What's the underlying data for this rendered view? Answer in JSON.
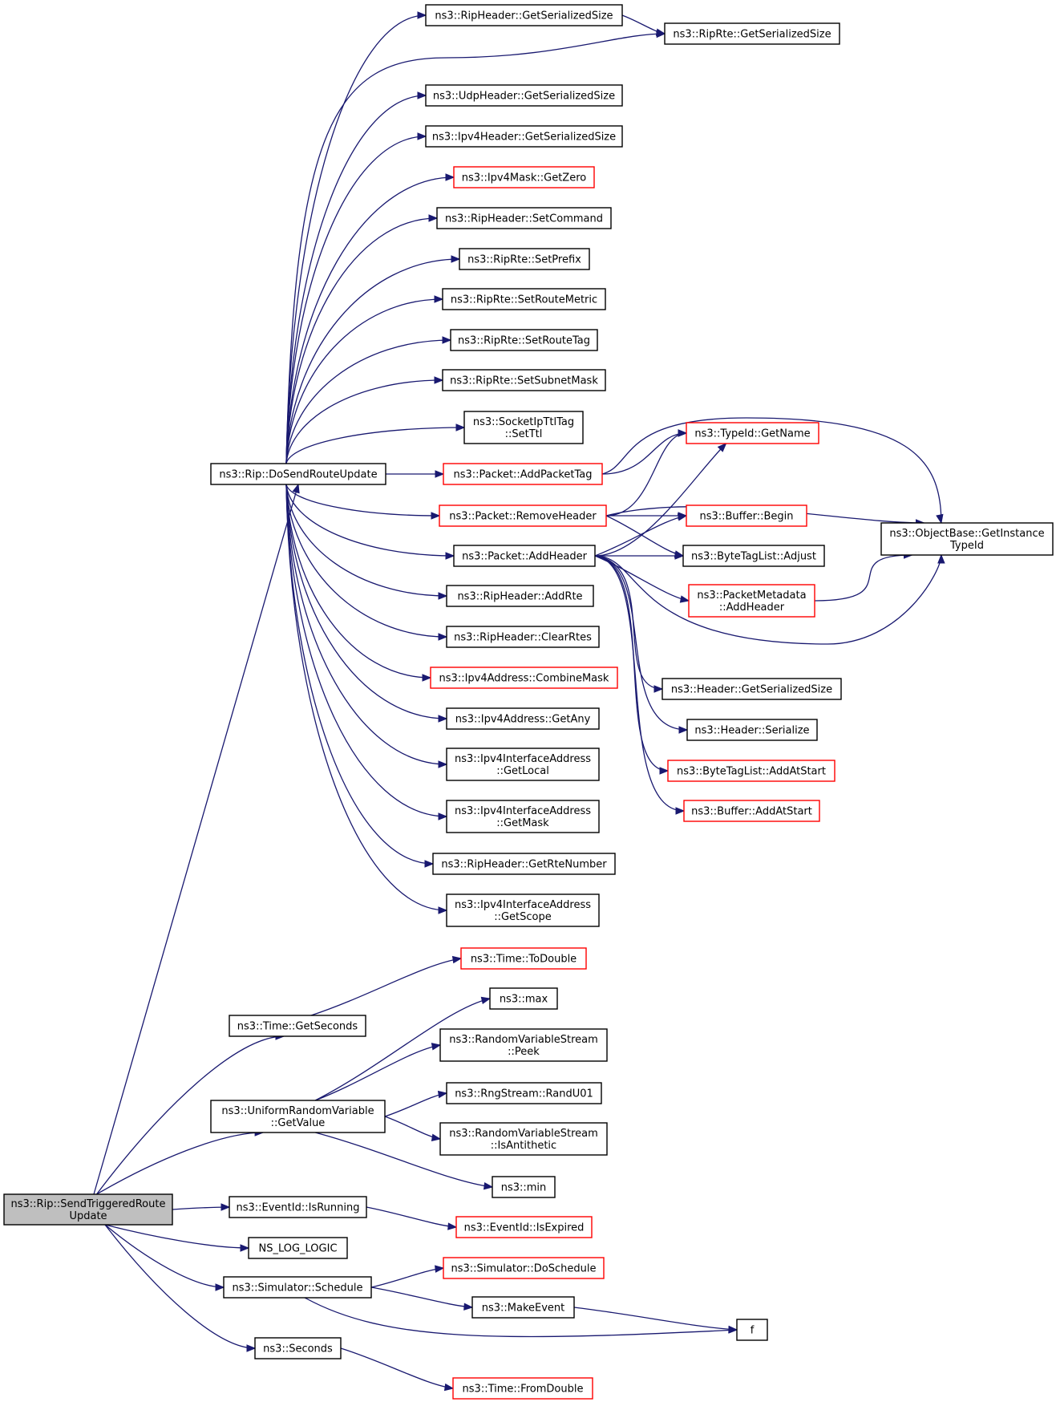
{
  "graph": {
    "nodes": [
      {
        "id": "root",
        "lines": [
          "ns3::Rip::SendTriggeredRoute",
          "Update"
        ],
        "style": "root"
      },
      {
        "id": "doSend",
        "lines": [
          "ns3::Rip::DoSendRouteUpdate"
        ],
        "style": "normal"
      },
      {
        "id": "ripHdrSize",
        "lines": [
          "ns3::RipHeader::GetSerializedSize"
        ],
        "style": "normal"
      },
      {
        "id": "rteSize",
        "lines": [
          "ns3::RipRte::GetSerializedSize"
        ],
        "style": "normal"
      },
      {
        "id": "udpSize",
        "lines": [
          "ns3::UdpHeader::GetSerializedSize"
        ],
        "style": "normal"
      },
      {
        "id": "ipv4Size",
        "lines": [
          "ns3::Ipv4Header::GetSerializedSize"
        ],
        "style": "normal"
      },
      {
        "id": "getZero",
        "lines": [
          "ns3::Ipv4Mask::GetZero"
        ],
        "style": "red"
      },
      {
        "id": "setCmd",
        "lines": [
          "ns3::RipHeader::SetCommand"
        ],
        "style": "normal"
      },
      {
        "id": "setPrefix",
        "lines": [
          "ns3::RipRte::SetPrefix"
        ],
        "style": "normal"
      },
      {
        "id": "setMetric",
        "lines": [
          "ns3::RipRte::SetRouteMetric"
        ],
        "style": "normal"
      },
      {
        "id": "setTag",
        "lines": [
          "ns3::RipRte::SetRouteTag"
        ],
        "style": "normal"
      },
      {
        "id": "setMask",
        "lines": [
          "ns3::RipRte::SetSubnetMask"
        ],
        "style": "normal"
      },
      {
        "id": "setTtl",
        "lines": [
          "ns3::SocketIpTtlTag",
          "::SetTtl"
        ],
        "style": "normal"
      },
      {
        "id": "addPktTag",
        "lines": [
          "ns3::Packet::AddPacketTag"
        ],
        "style": "red"
      },
      {
        "id": "rmHdr",
        "lines": [
          "ns3::Packet::RemoveHeader"
        ],
        "style": "red"
      },
      {
        "id": "addHdr",
        "lines": [
          "ns3::Packet::AddHeader"
        ],
        "style": "normal"
      },
      {
        "id": "addRte",
        "lines": [
          "ns3::RipHeader::AddRte"
        ],
        "style": "normal"
      },
      {
        "id": "clearRtes",
        "lines": [
          "ns3::RipHeader::ClearRtes"
        ],
        "style": "normal"
      },
      {
        "id": "combMask",
        "lines": [
          "ns3::Ipv4Address::CombineMask"
        ],
        "style": "red"
      },
      {
        "id": "getAny",
        "lines": [
          "ns3::Ipv4Address::GetAny"
        ],
        "style": "normal"
      },
      {
        "id": "getLocal",
        "lines": [
          "ns3::Ipv4InterfaceAddress",
          "::GetLocal"
        ],
        "style": "normal"
      },
      {
        "id": "getMask",
        "lines": [
          "ns3::Ipv4InterfaceAddress",
          "::GetMask"
        ],
        "style": "normal"
      },
      {
        "id": "rteNum",
        "lines": [
          "ns3::RipHeader::GetRteNumber"
        ],
        "style": "normal"
      },
      {
        "id": "getScope",
        "lines": [
          "ns3::Ipv4InterfaceAddress",
          "::GetScope"
        ],
        "style": "normal"
      },
      {
        "id": "getName",
        "lines": [
          "ns3::TypeId::GetName"
        ],
        "style": "red"
      },
      {
        "id": "bufBegin",
        "lines": [
          "ns3::Buffer::Begin"
        ],
        "style": "red"
      },
      {
        "id": "btlAdjust",
        "lines": [
          "ns3::ByteTagList::Adjust"
        ],
        "style": "normal"
      },
      {
        "id": "pmAddHdr",
        "lines": [
          "ns3::PacketMetadata",
          "::AddHeader"
        ],
        "style": "red"
      },
      {
        "id": "instTypeId",
        "lines": [
          "ns3::ObjectBase::GetInstance",
          "TypeId"
        ],
        "style": "normal"
      },
      {
        "id": "hdrSize",
        "lines": [
          "ns3::Header::GetSerializedSize"
        ],
        "style": "normal"
      },
      {
        "id": "hdrSer",
        "lines": [
          "ns3::Header::Serialize"
        ],
        "style": "normal"
      },
      {
        "id": "btlAddStart",
        "lines": [
          "ns3::ByteTagList::AddAtStart"
        ],
        "style": "red"
      },
      {
        "id": "bufAddStart",
        "lines": [
          "ns3::Buffer::AddAtStart"
        ],
        "style": "red"
      },
      {
        "id": "toDouble",
        "lines": [
          "ns3::Time::ToDouble"
        ],
        "style": "red"
      },
      {
        "id": "getSeconds",
        "lines": [
          "ns3::Time::GetSeconds"
        ],
        "style": "normal"
      },
      {
        "id": "max",
        "lines": [
          "ns3::max"
        ],
        "style": "normal"
      },
      {
        "id": "peek",
        "lines": [
          "ns3::RandomVariableStream",
          "::Peek"
        ],
        "style": "normal"
      },
      {
        "id": "randU01",
        "lines": [
          "ns3::RngStream::RandU01"
        ],
        "style": "normal"
      },
      {
        "id": "uniGet",
        "lines": [
          "ns3::UniformRandomVariable",
          "::GetValue"
        ],
        "style": "normal"
      },
      {
        "id": "isAnti",
        "lines": [
          "ns3::RandomVariableStream",
          "::IsAntithetic"
        ],
        "style": "normal"
      },
      {
        "id": "min",
        "lines": [
          "ns3::min"
        ],
        "style": "normal"
      },
      {
        "id": "isRunning",
        "lines": [
          "ns3::EventId::IsRunning"
        ],
        "style": "normal"
      },
      {
        "id": "isExpired",
        "lines": [
          "ns3::EventId::IsExpired"
        ],
        "style": "red"
      },
      {
        "id": "nsLog",
        "lines": [
          "NS_LOG_LOGIC"
        ],
        "style": "normal"
      },
      {
        "id": "doSched",
        "lines": [
          "ns3::Simulator::DoSchedule"
        ],
        "style": "red"
      },
      {
        "id": "simSched",
        "lines": [
          "ns3::Simulator::Schedule"
        ],
        "style": "normal"
      },
      {
        "id": "makeEvent",
        "lines": [
          "ns3::MakeEvent"
        ],
        "style": "normal"
      },
      {
        "id": "f",
        "lines": [
          "f"
        ],
        "style": "normal"
      },
      {
        "id": "seconds",
        "lines": [
          "ns3::Seconds"
        ],
        "style": "normal"
      },
      {
        "id": "fromDouble",
        "lines": [
          "ns3::Time::FromDouble"
        ],
        "style": "red"
      }
    ],
    "edges": [
      [
        "root",
        "doSend"
      ],
      [
        "root",
        "getSeconds"
      ],
      [
        "root",
        "uniGet"
      ],
      [
        "root",
        "isRunning"
      ],
      [
        "root",
        "nsLog"
      ],
      [
        "root",
        "simSched"
      ],
      [
        "root",
        "seconds"
      ],
      [
        "doSend",
        "ripHdrSize"
      ],
      [
        "doSend",
        "rteSize"
      ],
      [
        "doSend",
        "udpSize"
      ],
      [
        "doSend",
        "ipv4Size"
      ],
      [
        "doSend",
        "getZero"
      ],
      [
        "doSend",
        "setCmd"
      ],
      [
        "doSend",
        "setPrefix"
      ],
      [
        "doSend",
        "setMetric"
      ],
      [
        "doSend",
        "setTag"
      ],
      [
        "doSend",
        "setMask"
      ],
      [
        "doSend",
        "setTtl"
      ],
      [
        "doSend",
        "addPktTag"
      ],
      [
        "doSend",
        "rmHdr"
      ],
      [
        "doSend",
        "addHdr"
      ],
      [
        "doSend",
        "addRte"
      ],
      [
        "doSend",
        "clearRtes"
      ],
      [
        "doSend",
        "combMask"
      ],
      [
        "doSend",
        "getAny"
      ],
      [
        "doSend",
        "getLocal"
      ],
      [
        "doSend",
        "getMask"
      ],
      [
        "doSend",
        "rteNum"
      ],
      [
        "doSend",
        "getScope"
      ],
      [
        "ripHdrSize",
        "rteSize"
      ],
      [
        "addPktTag",
        "getName"
      ],
      [
        "addPktTag",
        "instTypeId"
      ],
      [
        "rmHdr",
        "getName"
      ],
      [
        "rmHdr",
        "instTypeId"
      ],
      [
        "rmHdr",
        "bufBegin"
      ],
      [
        "rmHdr",
        "btlAdjust"
      ],
      [
        "addHdr",
        "getName"
      ],
      [
        "addHdr",
        "bufBegin"
      ],
      [
        "addHdr",
        "btlAdjust"
      ],
      [
        "addHdr",
        "pmAddHdr"
      ],
      [
        "addHdr",
        "instTypeId"
      ],
      [
        "addHdr",
        "hdrSize"
      ],
      [
        "addHdr",
        "hdrSer"
      ],
      [
        "addHdr",
        "btlAddStart"
      ],
      [
        "addHdr",
        "bufAddStart"
      ],
      [
        "pmAddHdr",
        "instTypeId"
      ],
      [
        "getSeconds",
        "toDouble"
      ],
      [
        "uniGet",
        "max"
      ],
      [
        "uniGet",
        "peek"
      ],
      [
        "uniGet",
        "randU01"
      ],
      [
        "uniGet",
        "isAnti"
      ],
      [
        "uniGet",
        "min"
      ],
      [
        "isRunning",
        "isExpired"
      ],
      [
        "simSched",
        "doSched"
      ],
      [
        "simSched",
        "makeEvent"
      ],
      [
        "simSched",
        "f"
      ],
      [
        "makeEvent",
        "f"
      ],
      [
        "seconds",
        "fromDouble"
      ]
    ]
  }
}
